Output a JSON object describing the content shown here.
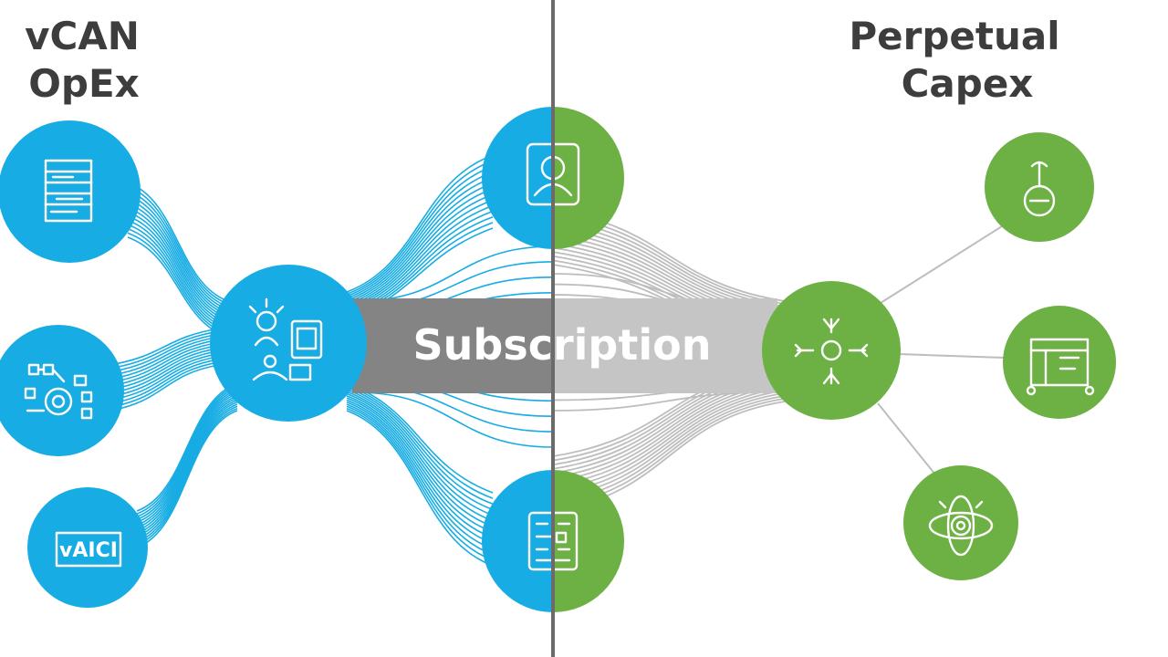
{
  "left_heading": {
    "line1": "vCAN",
    "line2": "OpEx"
  },
  "right_heading": {
    "line1": "Perpetual",
    "line2": "Capex"
  },
  "banner": {
    "label": "Subscription"
  },
  "icons": {
    "left_node_1": "server-rack-icon",
    "left_node_2": "gear-network-icon",
    "left_node_3": "license-card-icon",
    "left_hub": "users-devices-icon",
    "center_top": "user-profile-icon",
    "center_bottom": "document-grid-icon",
    "right_hub": "network-node-icon",
    "right_node_1": "bulb-key-icon",
    "right_node_2": "blueprint-icon",
    "right_node_3": "gear-atom-icon"
  },
  "left_node_3_text": "vAICI",
  "colors": {
    "blue": "#17ace3",
    "green": "#6db144",
    "banner_dark": "#848484",
    "banner_light": "#c5c5c5",
    "divider": "#6b6b6b",
    "gray_line": "#bdbdbd",
    "heading_text": "#3d3d3d"
  }
}
